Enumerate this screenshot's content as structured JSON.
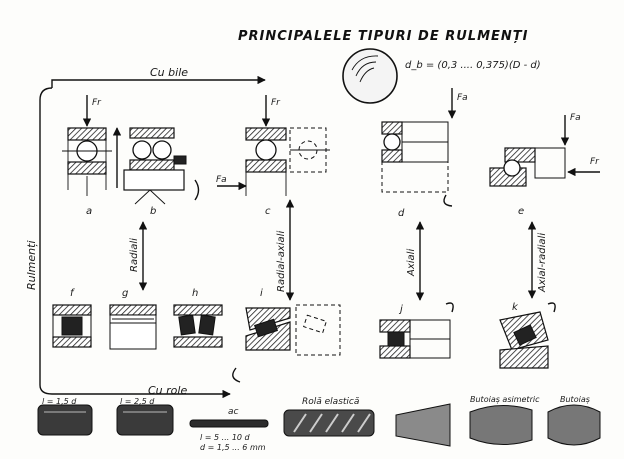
{
  "title": "PRINCIPALELE TIPURI DE RULMENȚI",
  "formula": "d_b = (0,3 .... 0,375)(D - d)",
  "groups": {
    "main": "Rulmenți",
    "balls": "Cu bile",
    "rollers": "Cu role",
    "radial": "Radiali",
    "radial_axial": "Radial-axiali",
    "axial": "Axiali",
    "axial_radial": "Axial-radiali"
  },
  "forces": {
    "fr": "Fr",
    "fa": "Fa"
  },
  "bearings": {
    "a": "a",
    "b": "b",
    "c": "c",
    "d": "d",
    "e": "e",
    "f": "f",
    "g": "g",
    "h": "h",
    "i": "i",
    "j": "j",
    "k": "k"
  },
  "rollers": {
    "r1": "l = 1,5 d",
    "r2": "l = 2,5 d",
    "needle": "ac",
    "needle_l": "l = 5 ... 10 d",
    "needle_d": "d = 1,5 ... 6 mm",
    "elastic": "Rolă elastică",
    "asym": "Butoiaș asimetric",
    "sym": "Butoiaș"
  }
}
